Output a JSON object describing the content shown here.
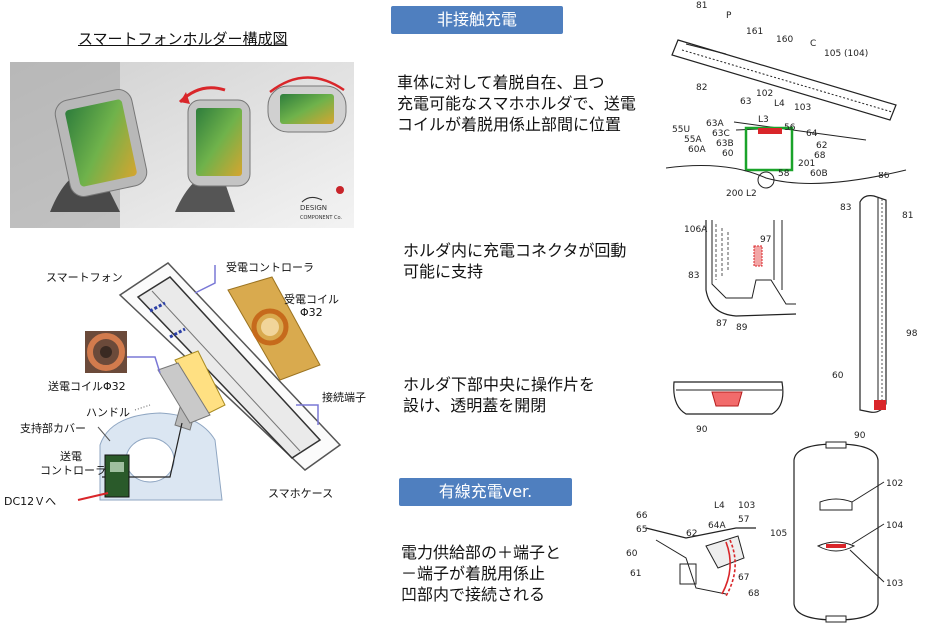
{
  "left": {
    "title": "スマートフォンホルダー構成図",
    "logo_text": [
      "DESIGN",
      "COMPONENT Co."
    ],
    "labels": {
      "smartphone": "スマートフォン",
      "rx_controller": "受電コントローラ",
      "rx_coil": "受電コイル",
      "rx_coil_size": "Φ32",
      "tx_coil": "送電コイルΦ32",
      "handle": "ハンドル",
      "support_cover": "支持部カバー",
      "tx_controller_1": "送電",
      "tx_controller_2": "コントローラ",
      "connector_terminal": "接続端子",
      "dc_in": "DC12Ｖへ",
      "phone_case": "スマホケース"
    }
  },
  "middle": {
    "badge_wireless": "非接触充電",
    "desc1": [
      "車体に対して着脱自在、且つ",
      "充電可能なスマホホルダで、送電",
      "コイルが着脱用係止部間に位置"
    ],
    "desc2": [
      "ホルダ内に充電コネクタが回動",
      "可能に支持"
    ],
    "desc3": [
      "ホルダ下部中央に操作片を",
      "設け、透明蓋を開閉"
    ],
    "badge_wired": "有線充電ver.",
    "desc4": [
      "電力供給部の＋端子と",
      "－端子が着脱用係止",
      "凹部内で接続される"
    ]
  },
  "right": {
    "fig1_nums": [
      "81",
      "P",
      "161",
      "160",
      "C",
      "105 (104)",
      "82",
      "63",
      "102",
      "L4",
      "103",
      "L3",
      "56",
      "63A",
      "63C",
      "64",
      "63B",
      "62",
      "60",
      "58",
      "68",
      "55U",
      "55A",
      "201",
      "60A",
      "60B",
      "200",
      "L2"
    ],
    "fig2_nums": [
      "106A",
      "97",
      "83",
      "87",
      "89"
    ],
    "fig3_nums": [
      "83",
      "86",
      "81",
      "98",
      "60",
      "90"
    ],
    "fig4_nums": [
      "90"
    ],
    "fig5_nums": [
      "66",
      "65",
      "60",
      "61",
      "62",
      "64A",
      "57",
      "67",
      "68",
      "L4",
      "103"
    ],
    "fig6_nums": [
      "102",
      "104",
      "105",
      "103"
    ]
  }
}
